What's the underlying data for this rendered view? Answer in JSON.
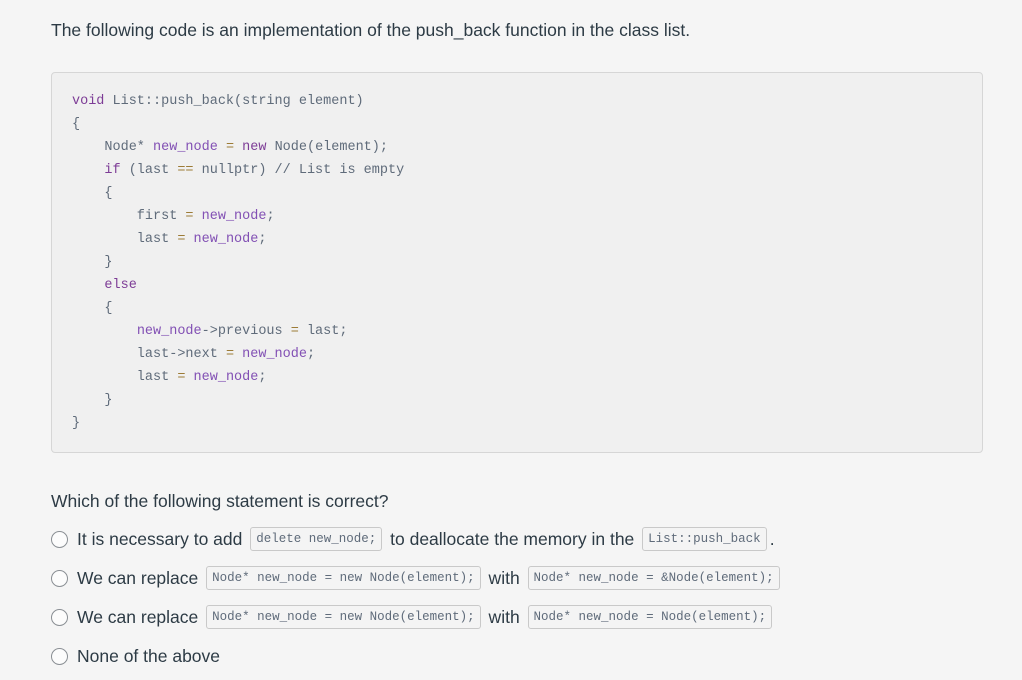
{
  "intro": "The following code is an implementation of the push_back function in the class list.",
  "question": "Which of the following statement is correct?",
  "colors": {
    "page_bg": "#f5f5f5",
    "code_bg": "#f0f0f0",
    "code_border": "#d6d6d6",
    "text": "#2d3b45",
    "plain": "#5f6b7a",
    "keyword": "#7d3c96",
    "identifier": "#8250b4",
    "operator": "#9c7b36",
    "comment": "#5f6b7a",
    "chip_bg": "#f4f4f4",
    "chip_border": "#c9c9c9"
  },
  "code": {
    "language": "cpp",
    "lines": [
      [
        {
          "c": "keyword",
          "t": "void"
        },
        {
          "c": "plain",
          "t": " List::push_back(string element)"
        }
      ],
      [
        {
          "c": "plain",
          "t": "{"
        }
      ],
      [
        {
          "c": "plain",
          "t": "    Node* "
        },
        {
          "c": "identifier",
          "t": "new_node"
        },
        {
          "c": "plain",
          "t": " "
        },
        {
          "c": "operator",
          "t": "="
        },
        {
          "c": "plain",
          "t": " "
        },
        {
          "c": "keyword",
          "t": "new"
        },
        {
          "c": "plain",
          "t": " Node(element);"
        }
      ],
      [
        {
          "c": "plain",
          "t": "    "
        },
        {
          "c": "keyword",
          "t": "if"
        },
        {
          "c": "plain",
          "t": " (last "
        },
        {
          "c": "operator",
          "t": "=="
        },
        {
          "c": "plain",
          "t": " nullptr) "
        },
        {
          "c": "comment",
          "t": "// List is empty"
        }
      ],
      [
        {
          "c": "plain",
          "t": "    {"
        }
      ],
      [
        {
          "c": "plain",
          "t": "        first "
        },
        {
          "c": "operator",
          "t": "="
        },
        {
          "c": "plain",
          "t": " "
        },
        {
          "c": "identifier",
          "t": "new_node"
        },
        {
          "c": "plain",
          "t": ";"
        }
      ],
      [
        {
          "c": "plain",
          "t": "        last "
        },
        {
          "c": "operator",
          "t": "="
        },
        {
          "c": "plain",
          "t": " "
        },
        {
          "c": "identifier",
          "t": "new_node"
        },
        {
          "c": "plain",
          "t": ";"
        }
      ],
      [
        {
          "c": "plain",
          "t": "    }"
        }
      ],
      [
        {
          "c": "plain",
          "t": "    "
        },
        {
          "c": "keyword",
          "t": "else"
        }
      ],
      [
        {
          "c": "plain",
          "t": "    {"
        }
      ],
      [
        {
          "c": "plain",
          "t": "        "
        },
        {
          "c": "identifier",
          "t": "new_node"
        },
        {
          "c": "plain",
          "t": "->previous "
        },
        {
          "c": "operator",
          "t": "="
        },
        {
          "c": "plain",
          "t": " last;"
        }
      ],
      [
        {
          "c": "plain",
          "t": "        last->next "
        },
        {
          "c": "operator",
          "t": "="
        },
        {
          "c": "plain",
          "t": " "
        },
        {
          "c": "identifier",
          "t": "new_node"
        },
        {
          "c": "plain",
          "t": ";"
        }
      ],
      [
        {
          "c": "plain",
          "t": "        last "
        },
        {
          "c": "operator",
          "t": "="
        },
        {
          "c": "plain",
          "t": " "
        },
        {
          "c": "identifier",
          "t": "new_node"
        },
        {
          "c": "plain",
          "t": ";"
        }
      ],
      [
        {
          "c": "plain",
          "t": "    }"
        }
      ],
      [
        {
          "c": "plain",
          "t": "}"
        }
      ]
    ]
  },
  "options": [
    {
      "id": "option-1",
      "selected": false,
      "parts": [
        {
          "k": "text",
          "t": "It is necessary to add "
        },
        {
          "k": "code",
          "t": "delete new_node;"
        },
        {
          "k": "text",
          "t": " to deallocate the memory in the "
        },
        {
          "k": "code",
          "t": "List::push_back"
        },
        {
          "k": "text",
          "t": "."
        }
      ]
    },
    {
      "id": "option-2",
      "selected": false,
      "parts": [
        {
          "k": "text",
          "t": "We can replace "
        },
        {
          "k": "code",
          "t": "Node* new_node = new Node(element);"
        },
        {
          "k": "text",
          "t": " with "
        },
        {
          "k": "code",
          "t": "Node* new_node = &Node(element);"
        }
      ]
    },
    {
      "id": "option-3",
      "selected": false,
      "parts": [
        {
          "k": "text",
          "t": "We can replace "
        },
        {
          "k": "code",
          "t": "Node* new_node = new Node(element);"
        },
        {
          "k": "text",
          "t": " with "
        },
        {
          "k": "code",
          "t": "Node* new_node = Node(element);"
        }
      ]
    },
    {
      "id": "option-4",
      "selected": false,
      "parts": [
        {
          "k": "text",
          "t": "None of the above"
        }
      ]
    }
  ]
}
